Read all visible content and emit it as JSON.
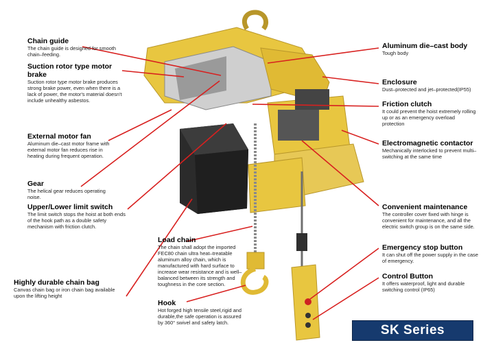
{
  "callouts": [
    {
      "id": "chain-guide",
      "title": "Chain guide",
      "desc": "The chain guide is designed for smooth chain–feeding."
    },
    {
      "id": "suction-rotor-motor-brake",
      "title": "Suction rotor type motor brake",
      "desc": "Suction rotor type motor brake produces strong brake power, even when there is a lack of power, the motor's material doesn't include unhealthy asbestos."
    },
    {
      "id": "external-motor-fan",
      "title": "External motor fan",
      "desc": "Aluminum die–cast motor frame with external motor fan reduces rise in heating during frequent operation."
    },
    {
      "id": "gear",
      "title": "Gear",
      "desc": "The helical gear reduces operating noise."
    },
    {
      "id": "upper-lower-limit-switch",
      "title": "Upper/Lower limit switch",
      "desc": "The limit switch stops the hoist at both ends of the hook path as a double safety mechanism with friction clutch."
    },
    {
      "id": "chain-bag",
      "title": "Highly durable chain bag",
      "desc": "Canvas chain bag or iron chain bag available upon the lifting height"
    },
    {
      "id": "load-chain",
      "title": "Load chain",
      "desc": "The chain shall adopt the imported FEC80 chain ultra heat–treatable aluminum alloy chain, which is manufactured with hard surface to increase wear resistance and is well–balanced between its strength and toughness in the core section."
    },
    {
      "id": "hook",
      "title": "Hook",
      "desc": "Hot forged high tensile steel,rigid and durable,the safe operation is assured by 360° swivel and safety latch."
    },
    {
      "id": "aluminum-body",
      "title": "Aluminum die–cast body",
      "desc": "Tough body"
    },
    {
      "id": "enclosure",
      "title": "Enclosure",
      "desc": "Dust–protected and jet–protected(IP55)"
    },
    {
      "id": "friction-clutch",
      "title": "Friction clutch",
      "desc": "It could prevent the hoist extremely rolling up or as an emergency overload protection"
    },
    {
      "id": "electromagnetic-contactor",
      "title": "Electromagnetic contactor",
      "desc": "Mechanically interlocked to prevent multi–switching at the same time"
    },
    {
      "id": "convenient-maintenance",
      "title": "Convenient maintenance",
      "desc": "The controller cover fixed with hinge is convenient for maintenance, and all the electric switch group is on the same side."
    },
    {
      "id": "emergency-stop",
      "title": "Emergency stop button",
      "desc": "It can shut off the power supply in the case of emergency."
    },
    {
      "id": "control-button",
      "title": "Control Button",
      "desc": "It offers waterproof, light and durable switching control (IP65)"
    }
  ],
  "series_label": "SK Series",
  "colors": {
    "leader": "#d8201f",
    "hoist": "#e8c640",
    "hoist_dark": "#b8962a",
    "bag": "#2b2b2b",
    "badge": "#163a6e"
  }
}
